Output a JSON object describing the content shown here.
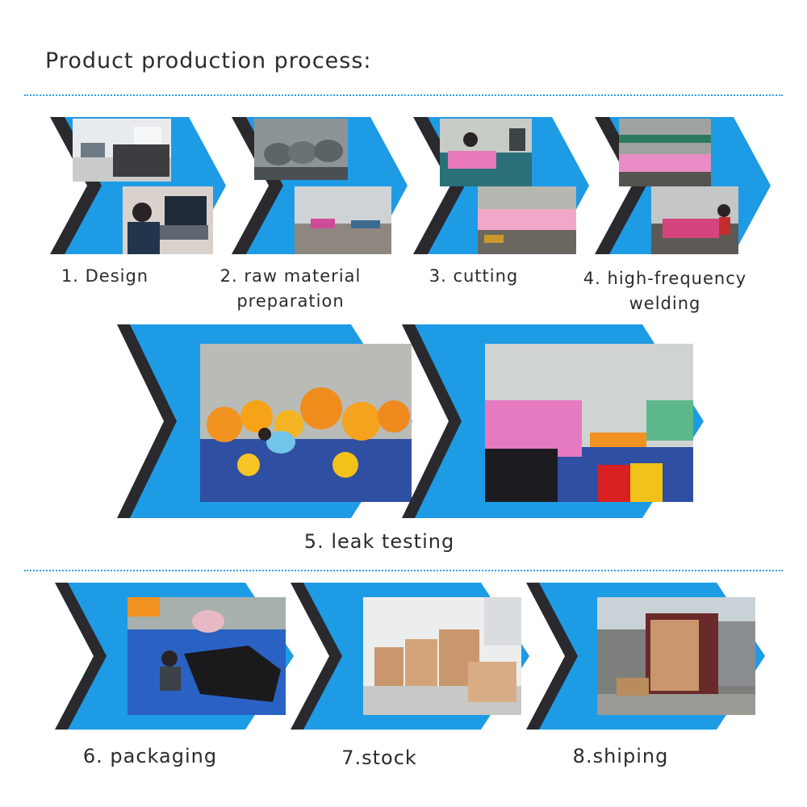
{
  "title": "Product production process:",
  "colors": {
    "chevron_blue": "#1e9be5",
    "chevron_dark": "#2a2a2e",
    "divider": "#2aa3e5"
  },
  "steps": [
    {
      "label": "1. Design",
      "photos": [
        "office-photo",
        "designer-at-computer-photo"
      ]
    },
    {
      "label_lines": [
        "2. raw material",
        "preparation"
      ],
      "photos": [
        "material-rolls-photo",
        "factory-floor-photo"
      ]
    },
    {
      "label": "3. cutting",
      "photos": [
        "worker-cutting-photo",
        "cutting-machine-photo"
      ]
    },
    {
      "label_lines": [
        "4. high-frequency",
        "welding"
      ],
      "photos": [
        "welding-table-photo",
        "welding-workers-photo"
      ]
    },
    {
      "label": "5.  leak testing",
      "photos": [
        "inflated-ducks-photo",
        "inflated-boats-photo"
      ]
    },
    {
      "label": "6.  packaging",
      "photos": [
        "worker-packaging-photo"
      ]
    },
    {
      "label": "7.stock",
      "photos": [
        "warehouse-boxes-photo"
      ]
    },
    {
      "label": "8.shiping",
      "photos": [
        "shipping-container-photo"
      ]
    }
  ]
}
